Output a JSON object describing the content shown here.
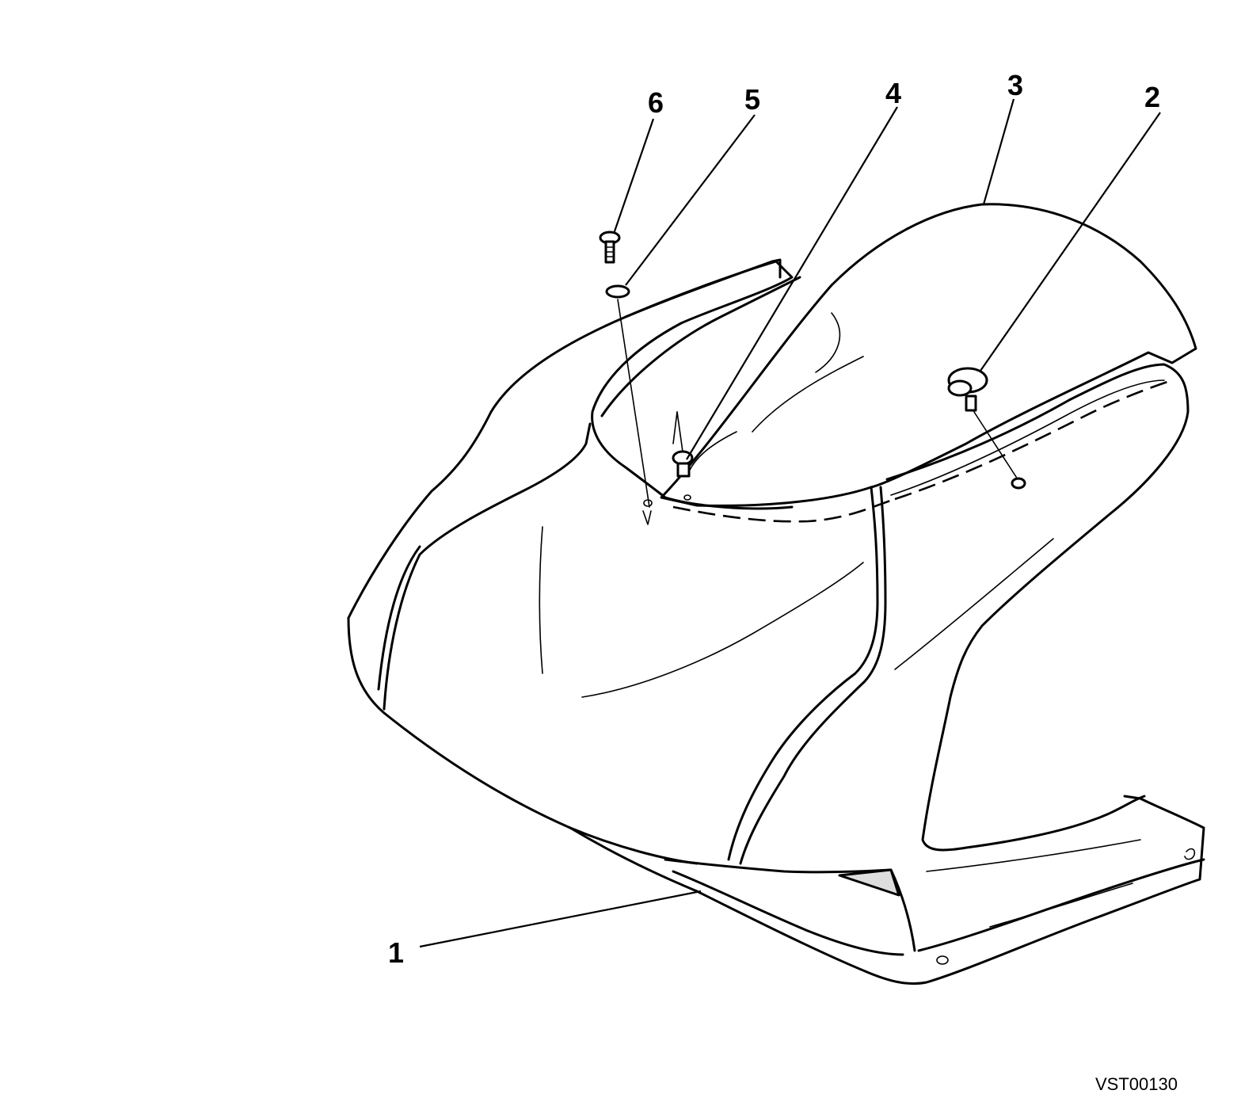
{
  "callouts": [
    {
      "id": "1",
      "label": "1"
    },
    {
      "id": "2",
      "label": "2"
    },
    {
      "id": "3",
      "label": "3"
    },
    {
      "id": "4",
      "label": "4"
    },
    {
      "id": "5",
      "label": "5"
    },
    {
      "id": "6",
      "label": "6"
    }
  ],
  "drawing_code": "VST00130"
}
